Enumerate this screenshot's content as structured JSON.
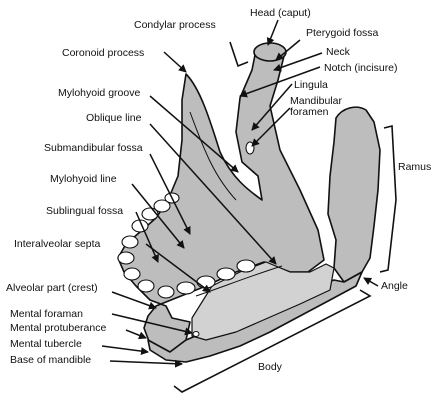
{
  "diagram": {
    "labels": {
      "condylar_process": "Condylar process",
      "head": "Head (caput)",
      "pterygoid_fossa": "Pterygoid fossa",
      "neck": "Neck",
      "notch": "Notch (incisure)",
      "coronoid_process": "Coronoid process",
      "lingula": "Lingula",
      "mylohyoid_groove": "Mylohyoid groove",
      "mandibular_foramen_line1": "Mandibular",
      "mandibular_foramen_line2": "foramen",
      "oblique_line": "Oblique line",
      "submandibular_fossa": "Submandibular fossa",
      "ramus": "Ramus",
      "mylohyoid_line": "Mylohyoid line",
      "sublingual_fossa": "Sublingual fossa",
      "interalveolar_septa": "Interalveolar septa",
      "alveolar_part": "Alveolar part (crest)",
      "angle": "Angle",
      "mental_foraman": "Mental foraman",
      "mental_protuberance": "Mental protuberance",
      "mental_tubercle": "Mental tubercle",
      "base_of_mandible": "Base of mandible",
      "body": "Body"
    },
    "colors": {
      "bone": "#bdbdbd",
      "outline": "#111111",
      "text": "#111111",
      "background": "#ffffff"
    }
  }
}
